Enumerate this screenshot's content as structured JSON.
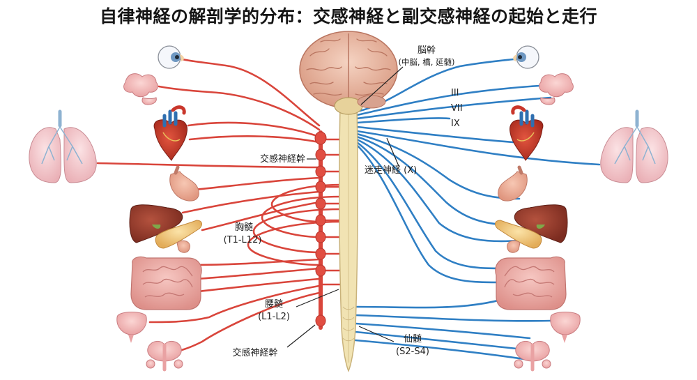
{
  "title": "自律神経の解剖学的分布：交感神経と副交感神経の起始と走行",
  "labels": {
    "brainstem": "脳幹",
    "brainstem_parts": "(中脳, 橋, 延髄)",
    "cn3": "III",
    "cn7": "VII",
    "cn9": "IX",
    "vagus": "迷走神経 (X)",
    "sympathetic_trunk_upper": "交感神経幹",
    "thoracic_cord": "胸髄",
    "thoracic_range": "(T1-L12)",
    "lumbar_cord": "腰髄",
    "lumbar_range": "(L1-L2)",
    "sympathetic_trunk_lower": "交感神経幹",
    "sacral_cord": "仙髄",
    "sacral_range": "(S2-S4)"
  },
  "colors": {
    "sympathetic": "#d9453b",
    "parasympathetic": "#2f7fc4",
    "spinal_cord": "#f1e3b3",
    "brain": "#e8b8a0"
  }
}
